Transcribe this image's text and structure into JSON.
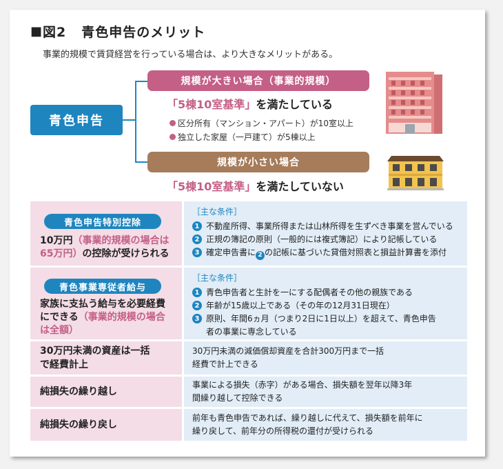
{
  "title": {
    "mark": "■",
    "fig": "図2",
    "text": "青色申告のメリット"
  },
  "subtitle": "事業的規模で賃貸経営を行っている場合は、より大きなメリットがある。",
  "tree": {
    "root": "青色申告",
    "large": {
      "label": "規模が大きい場合（事業的規模）",
      "highlight": "「5棟10室基準」",
      "suffix": "を満たしている",
      "bullets": [
        "区分所有（マンション・アパート）が10室以上",
        "独立した家屋（一戸建て）が5棟以上"
      ]
    },
    "small": {
      "label": "規模が小さい場合",
      "highlight": "「5棟10室基準」",
      "suffix": "を満たしていない"
    }
  },
  "table": {
    "row1": {
      "pill": "青色申告特別控除",
      "head_a": "10万円",
      "head_hl": "（事業的規模の場合は65万円）",
      "head_b": "の控除が受けられる",
      "cond_title": "［主な条件］",
      "conds": [
        "不動産所得、事業所得または山林所得を生ずべき事業を営んでいる",
        "正規の簿記の原則（一般的には複式簿記）により記帳している",
        "確定申告書に"
      ],
      "cond3_tail": "の記帳に基づいた貸借対照表と損益計算書を添付",
      "nums": [
        "1",
        "2",
        "3"
      ]
    },
    "row2": {
      "pill": "青色事業専従者給与",
      "head_a": "家族に支払う給与を必要経費にできる",
      "head_hl": "（事業的規模の場合は全額）",
      "cond_title": "［主な条件］",
      "conds": [
        "青色申告者と生計を一にする配偶者その他の親族である",
        "年齢が15歳以上である（その年の12月31日現在）",
        "原則、年間6ヵ月（つまり2日に1日以上）を超えて、青色申告者の事業に専念している"
      ],
      "nums": [
        "1",
        "2",
        "3"
      ]
    },
    "row3": {
      "head": "30万円未満の資産は一括で経費計上",
      "text": "30万円未満の減価償却資産を合計300万円まで一括経費で計上できる"
    },
    "row4": {
      "head": "純損失の繰り越し",
      "text": "事業による損失（赤字）がある場合、損失額を翌年以降3年間繰り越して控除できる"
    },
    "row5": {
      "head": "純損失の繰り戻し",
      "text": "前年も青色申告であれば、繰り越しに代えて、損失額を前年に繰り戻して、前年分の所得税の還付が受けられる"
    }
  },
  "colors": {
    "blue": "#1e85bf",
    "pink": "#c45f86",
    "brown": "#a67c5b",
    "pink_bg": "#f4dde6",
    "blue_bg": "#e2edf7"
  }
}
